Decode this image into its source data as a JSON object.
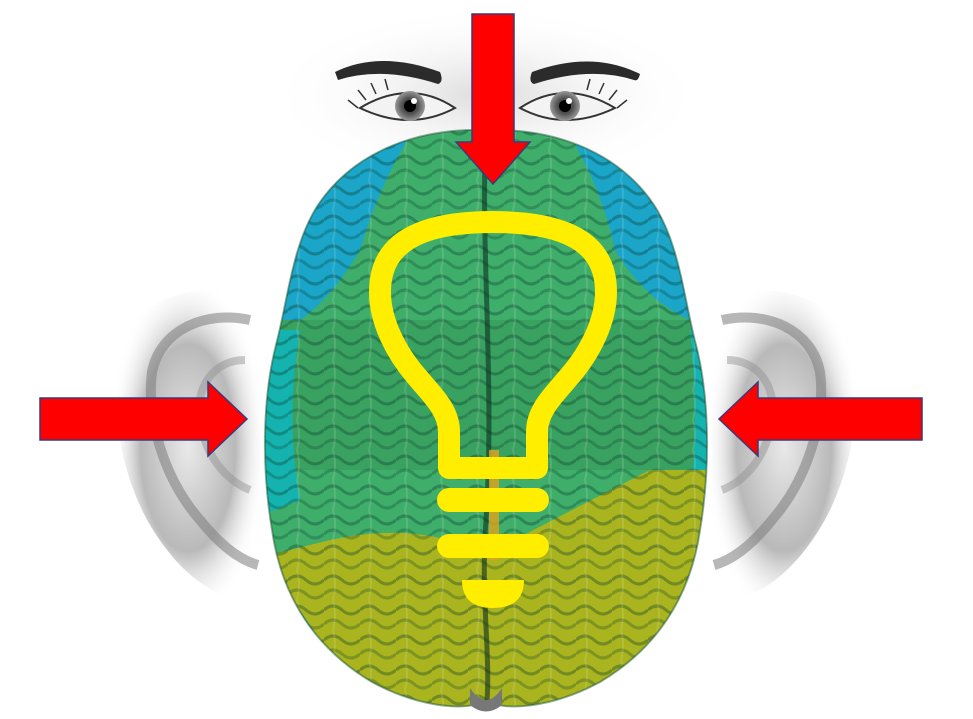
{
  "diagram": {
    "elements": [
      {
        "name": "eyes",
        "icon": "eyes-icon"
      },
      {
        "name": "left-ear",
        "icon": "ear-icon"
      },
      {
        "name": "right-ear",
        "icon": "ear-icon"
      },
      {
        "name": "brain",
        "icon": "brain-top-view-icon"
      },
      {
        "name": "lightbulb",
        "icon": "lightbulb-icon"
      },
      {
        "name": "arrow-top",
        "icon": "arrow-down-icon",
        "points_to": "brain"
      },
      {
        "name": "arrow-left",
        "icon": "arrow-right-icon",
        "points_to": "brain"
      },
      {
        "name": "arrow-right",
        "icon": "arrow-left-icon",
        "points_to": "brain"
      }
    ]
  },
  "colors": {
    "arrow_fill": "#ff0000",
    "arrow_stroke": "#3a3a7a",
    "bulb": "#ffee00",
    "brain_green": "#3fae6b",
    "brain_blue": "#1aa5c9",
    "brain_olive": "#a9b41e",
    "brain_teal": "#15b3b0",
    "ear_gray": "#9a9a9a",
    "background": "#ffffff"
  }
}
